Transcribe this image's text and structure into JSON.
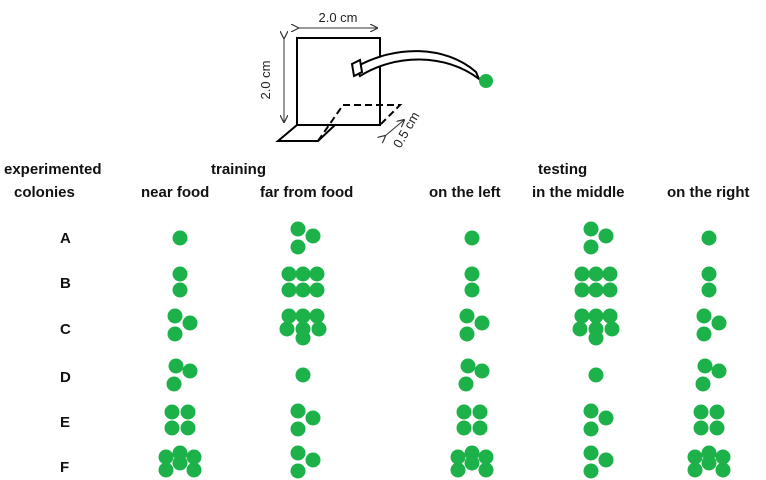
{
  "apparatus": {
    "width_label": "2.0 cm",
    "height_label": "2.0 cm",
    "gap_label": "0.5 cm",
    "dot_color": "#1db14a"
  },
  "headers": {
    "experimented": "experimented",
    "colonies": "colonies",
    "training": "training",
    "testing": "testing",
    "columns": [
      "near food",
      "far from food",
      "on the left",
      "in the middle",
      "on the right"
    ]
  },
  "colonies": [
    {
      "label": "A",
      "counts": [
        1,
        3,
        1,
        3,
        1
      ]
    },
    {
      "label": "B",
      "counts": [
        2,
        6,
        2,
        6,
        2
      ]
    },
    {
      "label": "C",
      "counts": [
        3,
        7,
        3,
        7,
        3
      ]
    },
    {
      "label": "D",
      "counts": [
        3,
        1,
        3,
        1,
        3
      ]
    },
    {
      "label": "E",
      "counts": [
        4,
        3,
        4,
        3,
        4
      ]
    },
    {
      "label": "F",
      "counts": [
        6,
        3,
        6,
        3,
        6
      ]
    }
  ]
}
